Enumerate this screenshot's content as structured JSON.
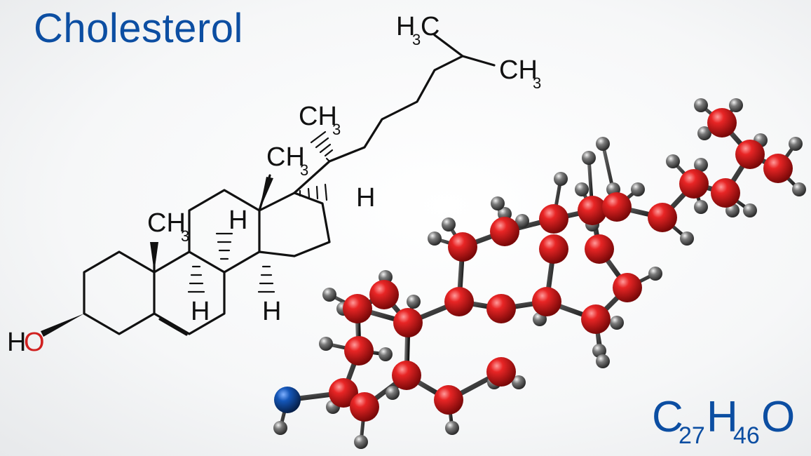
{
  "title": "Cholesterol",
  "colors": {
    "title": "#0c4ea2",
    "oxygen_label": "#d0201f",
    "carbon_atom": "#cc1f1f",
    "oxygen_atom": "#0d4c9a",
    "hydrogen_atom": "#6a6a6a",
    "bond": "#111111"
  },
  "formula": {
    "c": "C",
    "c_sub": "27",
    "h": "H",
    "h_sub": "46",
    "o": "O"
  },
  "labels": {
    "oh_h": "H",
    "oh_o": "O",
    "ch3_methyl": "CH",
    "sub3": "3",
    "h3c_h": "H",
    "h3c_c": "C",
    "h": "H"
  }
}
